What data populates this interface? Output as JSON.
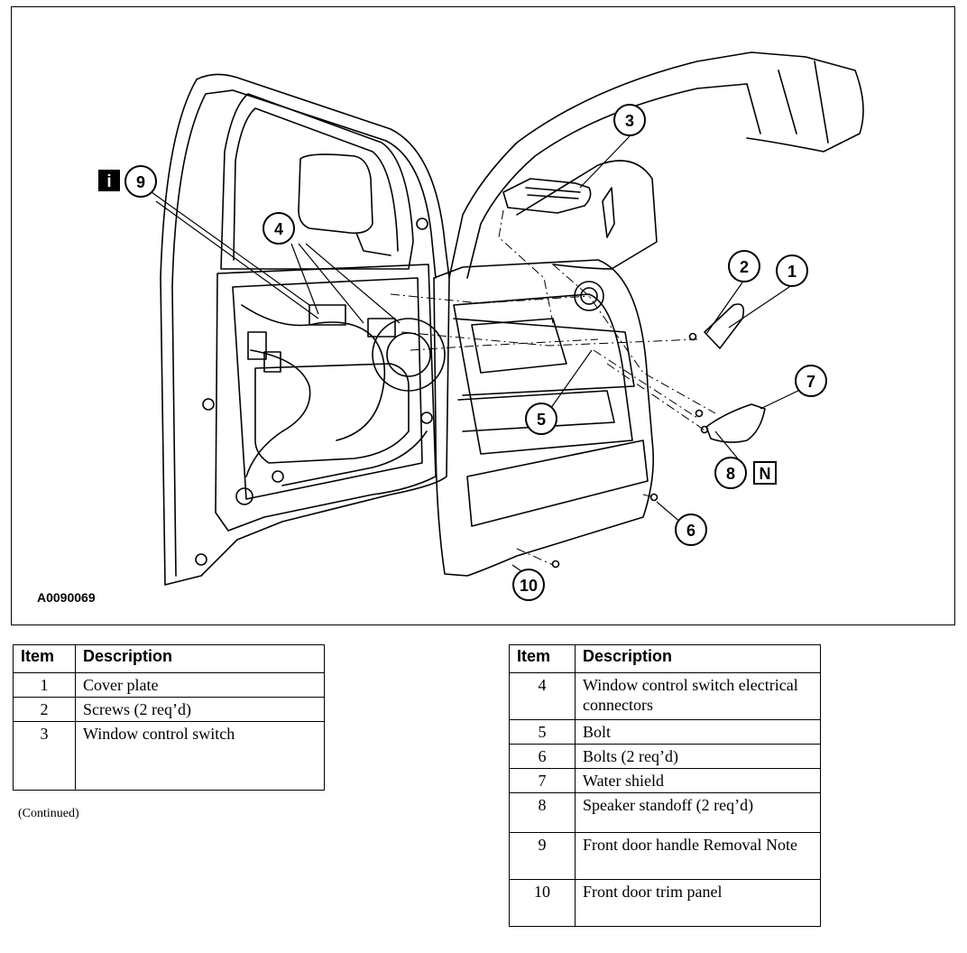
{
  "figure": {
    "id": "A0090069",
    "info_badge": "i",
    "note_badge": "N",
    "callouts": [
      "1",
      "2",
      "3",
      "4",
      "5",
      "6",
      "7",
      "8",
      "9",
      "10"
    ]
  },
  "legend_left": {
    "headers": {
      "item": "Item",
      "description": "Description"
    },
    "rows": [
      {
        "item": "1",
        "description": "Cover plate"
      },
      {
        "item": "2",
        "description": "Screws (2 req’d)"
      },
      {
        "item": "3",
        "description": "Window control switch"
      }
    ],
    "continued": "(Continued)"
  },
  "legend_right": {
    "headers": {
      "item": "Item",
      "description": "Description"
    },
    "rows": [
      {
        "item": "4",
        "description": "Window control switch electrical connectors"
      },
      {
        "item": "5",
        "description": "Bolt"
      },
      {
        "item": "6",
        "description": "Bolts (2 req’d)"
      },
      {
        "item": "7",
        "description": "Water shield"
      },
      {
        "item": "8",
        "description": "Speaker standoff (2 req’d)"
      },
      {
        "item": "9",
        "description": "Front door handle Removal Note"
      },
      {
        "item": "10",
        "description": "Front door trim panel"
      }
    ]
  }
}
